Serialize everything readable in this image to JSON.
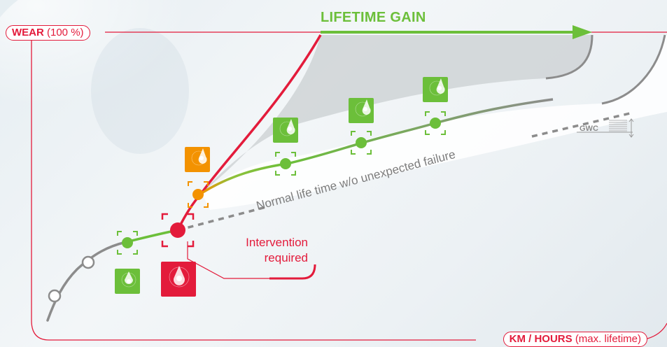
{
  "axes": {
    "y_label_bold": "WEAR",
    "y_label_light": "(100 %)",
    "x_label_bold": "KM / HOURS",
    "x_label_light": "(max. lifetime)"
  },
  "labels": {
    "lifetime_gain": "LIFETIME GAIN",
    "normal_life": "Normal life time w/o unexpected failure",
    "intervention_line1": "Intervention",
    "intervention_line2": "required",
    "gwc": "GWC"
  },
  "colors": {
    "frame": "#e31b3b",
    "green": "#6cbf3a",
    "orange": "#f39200",
    "red": "#e31b3b",
    "gray": "#8c8c8c",
    "gain_area": "#d9d9d9"
  },
  "icons": [
    "sensor-drop-icon-green",
    "sensor-drop-icon-red",
    "sensor-drop-icon-orange",
    "gwc-gauge-icon"
  ]
}
